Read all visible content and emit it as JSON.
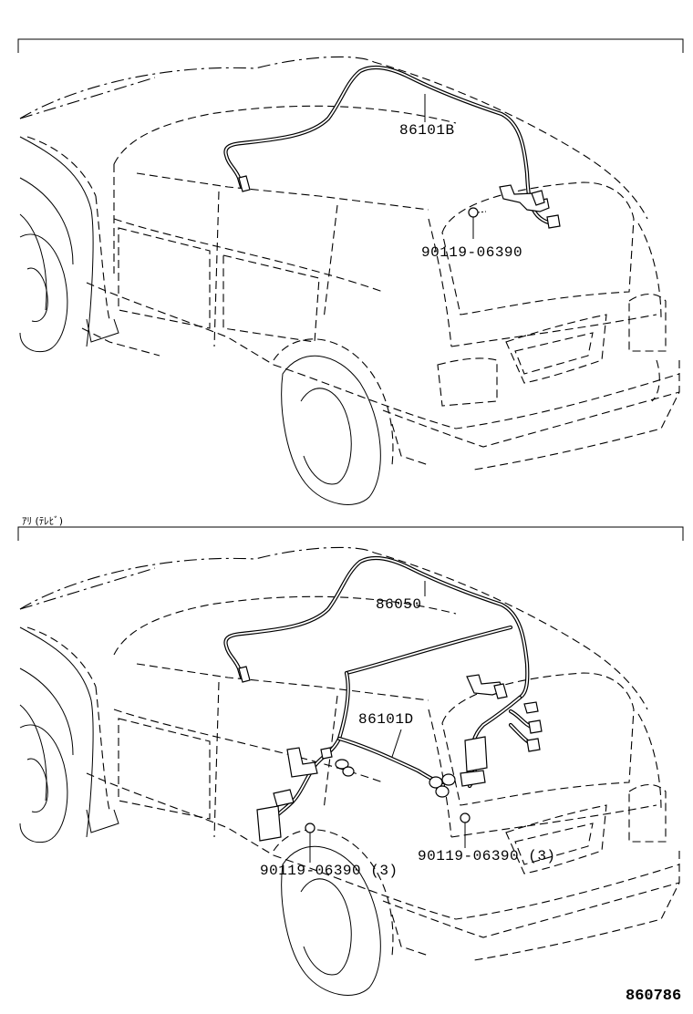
{
  "top_view": {
    "callouts": {
      "harness": "86101B",
      "bolt": "90119-06390"
    }
  },
  "section_label": "ｱﾘ (ﾃﾚﾋﾞ)",
  "bottom_view": {
    "callouts": {
      "antenna_cord": "86050",
      "harness": "86101D",
      "bolt_left": "90119-06390 (3)",
      "bolt_right": "90119-06390 (3)"
    }
  },
  "diagram_id": "860786"
}
